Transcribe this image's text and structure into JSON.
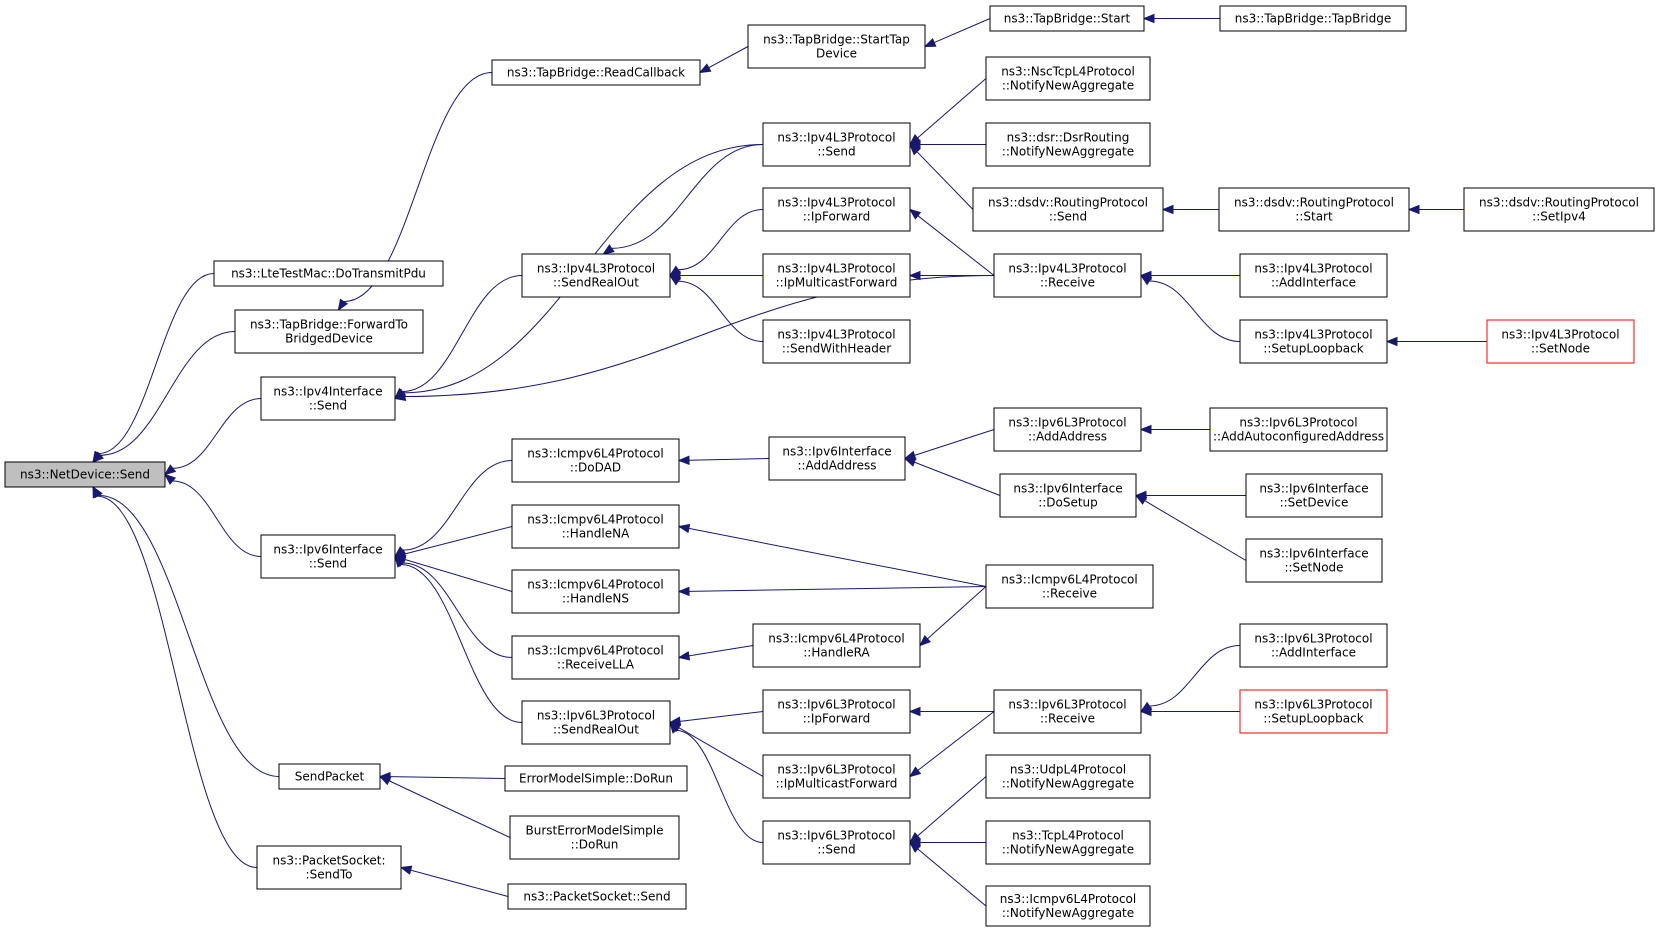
{
  "graph": {
    "colors": {
      "edge": "#191970",
      "root_fill": "#bfbfbf",
      "node_border": "#000000",
      "truncated_border": "#ff0000"
    },
    "nodes": [
      {
        "id": "netdevice-send",
        "lines": [
          "ns3::NetDevice::Send"
        ],
        "root": true
      },
      {
        "id": "ltetestmac-dotransmitpdu",
        "lines": [
          "ns3::LteTestMac::DoTransmitPdu"
        ]
      },
      {
        "id": "tapbridge-forwardtobridgeddevice",
        "lines": [
          "ns3::TapBridge::ForwardTo",
          "BridgedDevice"
        ]
      },
      {
        "id": "ipv4interface-send",
        "lines": [
          "ns3::Ipv4Interface",
          "::Send"
        ]
      },
      {
        "id": "ipv6interface-send",
        "lines": [
          "ns3::Ipv6Interface",
          "::Send"
        ]
      },
      {
        "id": "sendpacket",
        "lines": [
          "SendPacket"
        ]
      },
      {
        "id": "packetsocket-sendto",
        "lines": [
          "ns3::PacketSocket:",
          ":SendTo"
        ]
      },
      {
        "id": "tapbridge-readcallback",
        "lines": [
          "ns3::TapBridge::ReadCallback"
        ]
      },
      {
        "id": "tapbridge-starttapdevice",
        "lines": [
          "ns3::TapBridge::StartTap",
          "Device"
        ]
      },
      {
        "id": "tapbridge-start",
        "lines": [
          "ns3::TapBridge::Start"
        ]
      },
      {
        "id": "tapbridge-tapbridge",
        "lines": [
          "ns3::TapBridge::TapBridge"
        ]
      },
      {
        "id": "ipv4l3-send",
        "lines": [
          "ns3::Ipv4L3Protocol",
          "::Send"
        ]
      },
      {
        "id": "nsctcpl4-notifynewaggregate",
        "lines": [
          "ns3::NscTcpL4Protocol",
          "::NotifyNewAggregate"
        ]
      },
      {
        "id": "dsrrouting-notifynewaggregate",
        "lines": [
          "ns3::dsr::DsrRouting",
          "::NotifyNewAggregate"
        ]
      },
      {
        "id": "dsdv-send",
        "lines": [
          "ns3::dsdv::RoutingProtocol",
          "::Send"
        ]
      },
      {
        "id": "dsdv-start",
        "lines": [
          "ns3::dsdv::RoutingProtocol",
          "::Start"
        ]
      },
      {
        "id": "dsdv-setipv4",
        "lines": [
          "ns3::dsdv::RoutingProtocol",
          "::SetIpv4"
        ]
      },
      {
        "id": "ipv4l3-sendrealout",
        "lines": [
          "ns3::Ipv4L3Protocol",
          "::SendRealOut"
        ]
      },
      {
        "id": "ipv4l3-ipforward",
        "lines": [
          "ns3::Ipv4L3Protocol",
          "::IpForward"
        ]
      },
      {
        "id": "ipv4l3-ipmulticastforward",
        "lines": [
          "ns3::Ipv4L3Protocol",
          "::IpMulticastForward"
        ]
      },
      {
        "id": "ipv4l3-sendwithheader",
        "lines": [
          "ns3::Ipv4L3Protocol",
          "::SendWithHeader"
        ]
      },
      {
        "id": "ipv4l3-receive",
        "lines": [
          "ns3::Ipv4L3Protocol",
          "::Receive"
        ]
      },
      {
        "id": "ipv4l3-addinterface",
        "lines": [
          "ns3::Ipv4L3Protocol",
          "::AddInterface"
        ]
      },
      {
        "id": "ipv4l3-setuploopback",
        "lines": [
          "ns3::Ipv4L3Protocol",
          "::SetupLoopback"
        ]
      },
      {
        "id": "ipv4l3-setnode",
        "lines": [
          "ns3::Ipv4L3Protocol",
          "::SetNode"
        ],
        "truncated": true
      },
      {
        "id": "icmpv6l4-dodad",
        "lines": [
          "ns3::Icmpv6L4Protocol",
          "::DoDAD"
        ]
      },
      {
        "id": "icmpv6l4-handlena",
        "lines": [
          "ns3::Icmpv6L4Protocol",
          "::HandleNA"
        ]
      },
      {
        "id": "icmpv6l4-handlens",
        "lines": [
          "ns3::Icmpv6L4Protocol",
          "::HandleNS"
        ]
      },
      {
        "id": "icmpv6l4-receivella",
        "lines": [
          "ns3::Icmpv6L4Protocol",
          "::ReceiveLLA"
        ]
      },
      {
        "id": "ipv6l3-sendrealout",
        "lines": [
          "ns3::Ipv6L3Protocol",
          "::SendRealOut"
        ]
      },
      {
        "id": "ipv6interface-addaddress",
        "lines": [
          "ns3::Ipv6Interface",
          "::AddAddress"
        ]
      },
      {
        "id": "ipv6l3-addaddress",
        "lines": [
          "ns3::Ipv6L3Protocol",
          "::AddAddress"
        ]
      },
      {
        "id": "ipv6l3-addautoconfiguredaddress",
        "lines": [
          "ns3::Ipv6L3Protocol",
          "::AddAutoconfiguredAddress"
        ]
      },
      {
        "id": "ipv6interface-dosetup",
        "lines": [
          "ns3::Ipv6Interface",
          "::DoSetup"
        ]
      },
      {
        "id": "ipv6interface-setdevice",
        "lines": [
          "ns3::Ipv6Interface",
          "::SetDevice"
        ]
      },
      {
        "id": "ipv6interface-setnode",
        "lines": [
          "ns3::Ipv6Interface",
          "::SetNode"
        ]
      },
      {
        "id": "icmpv6l4-receive",
        "lines": [
          "ns3::Icmpv6L4Protocol",
          "::Receive"
        ]
      },
      {
        "id": "icmpv6l4-handlera",
        "lines": [
          "ns3::Icmpv6L4Protocol",
          "::HandleRA"
        ]
      },
      {
        "id": "ipv6l3-ipforward",
        "lines": [
          "ns3::Ipv6L3Protocol",
          "::IpForward"
        ]
      },
      {
        "id": "ipv6l3-ipmulticastforward",
        "lines": [
          "ns3::Ipv6L3Protocol",
          "::IpMulticastForward"
        ]
      },
      {
        "id": "ipv6l3-send",
        "lines": [
          "ns3::Ipv6L3Protocol",
          "::Send"
        ]
      },
      {
        "id": "ipv6l3-receive",
        "lines": [
          "ns3::Ipv6L3Protocol",
          "::Receive"
        ]
      },
      {
        "id": "ipv6l3-addinterface",
        "lines": [
          "ns3::Ipv6L3Protocol",
          "::AddInterface"
        ]
      },
      {
        "id": "ipv6l3-setuploopback",
        "lines": [
          "ns3::Ipv6L3Protocol",
          "::SetupLoopback"
        ],
        "truncated": true
      },
      {
        "id": "udpl4-notifynewaggregate",
        "lines": [
          "ns3::UdpL4Protocol",
          "::NotifyNewAggregate"
        ]
      },
      {
        "id": "tcpl4-notifynewaggregate",
        "lines": [
          "ns3::TcpL4Protocol",
          "::NotifyNewAggregate"
        ]
      },
      {
        "id": "icmpv6l4-notifynewaggregate",
        "lines": [
          "ns3::Icmpv6L4Protocol",
          "::NotifyNewAggregate"
        ]
      },
      {
        "id": "errormodelsimple-dorun",
        "lines": [
          "ErrorModelSimple::DoRun"
        ]
      },
      {
        "id": "bursterrormodelsimple-dorun",
        "lines": [
          "BurstErrorModelSimple",
          "::DoRun"
        ]
      },
      {
        "id": "packetsocket-send",
        "lines": [
          "ns3::PacketSocket::Send"
        ]
      }
    ],
    "edges": [
      [
        "netdevice-send",
        "ltetestmac-dotransmitpdu"
      ],
      [
        "netdevice-send",
        "tapbridge-forwardtobridgeddevice"
      ],
      [
        "netdevice-send",
        "ipv4interface-send"
      ],
      [
        "netdevice-send",
        "ipv6interface-send"
      ],
      [
        "netdevice-send",
        "sendpacket"
      ],
      [
        "netdevice-send",
        "packetsocket-sendto"
      ],
      [
        "tapbridge-forwardtobridgeddevice",
        "tapbridge-readcallback"
      ],
      [
        "tapbridge-readcallback",
        "tapbridge-starttapdevice"
      ],
      [
        "tapbridge-starttapdevice",
        "tapbridge-start"
      ],
      [
        "tapbridge-start",
        "tapbridge-tapbridge"
      ],
      [
        "ipv4interface-send",
        "ipv4l3-send"
      ],
      [
        "ipv4interface-send",
        "ipv4l3-sendrealout"
      ],
      [
        "ipv4interface-send",
        "ipv4l3-receive"
      ],
      [
        "ipv4l3-send",
        "nsctcpl4-notifynewaggregate"
      ],
      [
        "ipv4l3-send",
        "dsrrouting-notifynewaggregate"
      ],
      [
        "ipv4l3-send",
        "dsdv-send"
      ],
      [
        "dsdv-send",
        "dsdv-start"
      ],
      [
        "dsdv-start",
        "dsdv-setipv4"
      ],
      [
        "ipv4l3-sendrealout",
        "ipv4l3-send"
      ],
      [
        "ipv4l3-sendrealout",
        "ipv4l3-ipforward"
      ],
      [
        "ipv4l3-sendrealout",
        "ipv4l3-ipmulticastforward"
      ],
      [
        "ipv4l3-sendrealout",
        "ipv4l3-sendwithheader"
      ],
      [
        "ipv4l3-ipforward",
        "ipv4l3-receive"
      ],
      [
        "ipv4l3-ipmulticastforward",
        "ipv4l3-receive"
      ],
      [
        "ipv4l3-receive",
        "ipv4l3-addinterface"
      ],
      [
        "ipv4l3-receive",
        "ipv4l3-setuploopback"
      ],
      [
        "ipv4l3-setuploopback",
        "ipv4l3-setnode"
      ],
      [
        "ipv6interface-send",
        "icmpv6l4-dodad"
      ],
      [
        "ipv6interface-send",
        "icmpv6l4-handlena"
      ],
      [
        "ipv6interface-send",
        "icmpv6l4-handlens"
      ],
      [
        "ipv6interface-send",
        "icmpv6l4-receivella"
      ],
      [
        "ipv6interface-send",
        "ipv6l3-sendrealout"
      ],
      [
        "icmpv6l4-dodad",
        "ipv6interface-addaddress"
      ],
      [
        "ipv6interface-addaddress",
        "ipv6l3-addaddress"
      ],
      [
        "ipv6interface-addaddress",
        "ipv6interface-dosetup"
      ],
      [
        "ipv6l3-addaddress",
        "ipv6l3-addautoconfiguredaddress"
      ],
      [
        "ipv6interface-dosetup",
        "ipv6interface-setdevice"
      ],
      [
        "ipv6interface-dosetup",
        "ipv6interface-setnode"
      ],
      [
        "icmpv6l4-handlena",
        "icmpv6l4-receive"
      ],
      [
        "icmpv6l4-handlens",
        "icmpv6l4-receive"
      ],
      [
        "icmpv6l4-receivella",
        "icmpv6l4-handlera"
      ],
      [
        "icmpv6l4-handlera",
        "icmpv6l4-receive"
      ],
      [
        "ipv6l3-sendrealout",
        "ipv6l3-ipforward"
      ],
      [
        "ipv6l3-sendrealout",
        "ipv6l3-ipmulticastforward"
      ],
      [
        "ipv6l3-sendrealout",
        "ipv6l3-send"
      ],
      [
        "ipv6l3-ipforward",
        "ipv6l3-receive"
      ],
      [
        "ipv6l3-ipmulticastforward",
        "ipv6l3-receive"
      ],
      [
        "ipv6l3-receive",
        "ipv6l3-addinterface"
      ],
      [
        "ipv6l3-receive",
        "ipv6l3-setuploopback"
      ],
      [
        "ipv6l3-send",
        "udpl4-notifynewaggregate"
      ],
      [
        "ipv6l3-send",
        "tcpl4-notifynewaggregate"
      ],
      [
        "ipv6l3-send",
        "icmpv6l4-notifynewaggregate"
      ],
      [
        "sendpacket",
        "errormodelsimple-dorun"
      ],
      [
        "sendpacket",
        "bursterrormodelsimple-dorun"
      ],
      [
        "packetsocket-sendto",
        "packetsocket-send"
      ]
    ]
  }
}
